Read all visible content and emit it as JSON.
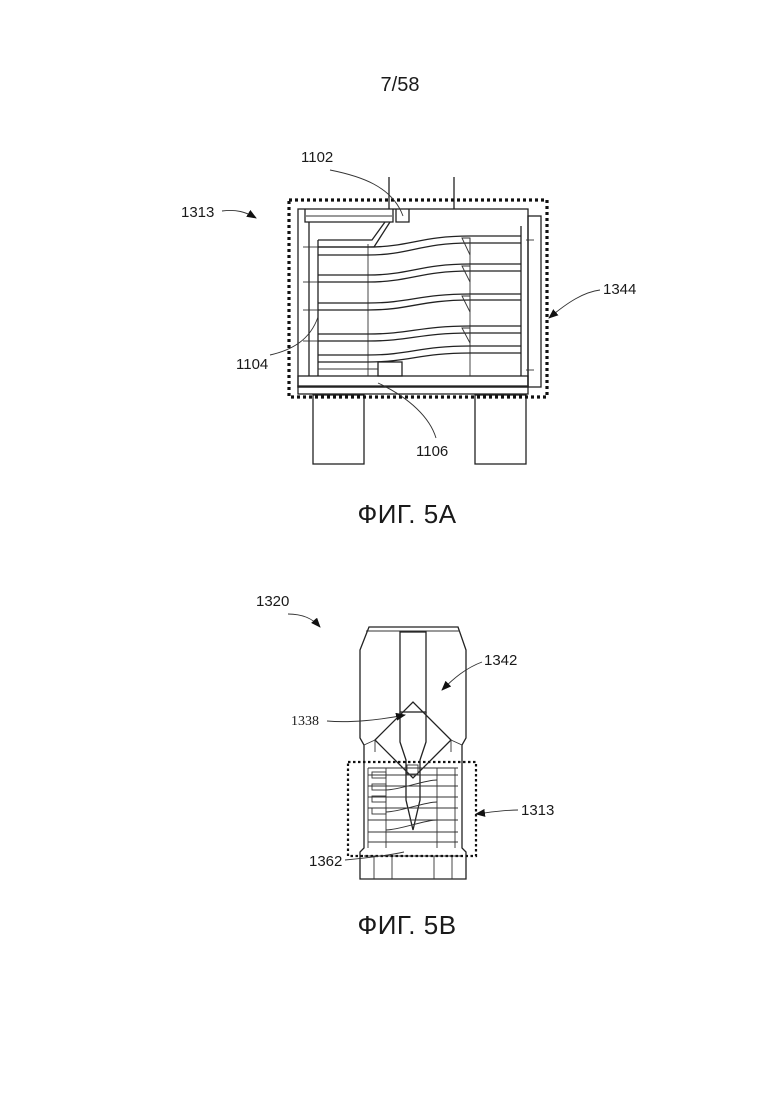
{
  "page": {
    "number": "7/58"
  },
  "figures": [
    {
      "caption": "ФИГ. 5A",
      "labels": {
        "l1313": "1313",
        "l1102": "1102",
        "l1344": "1344",
        "l1104": "1104",
        "l1106": "1106"
      }
    },
    {
      "caption": "ФИГ. 5B",
      "labels": {
        "l1320": "1320",
        "l1342": "1342",
        "l1338": "1338",
        "l1313": "1313",
        "l1362": "1362"
      }
    }
  ]
}
